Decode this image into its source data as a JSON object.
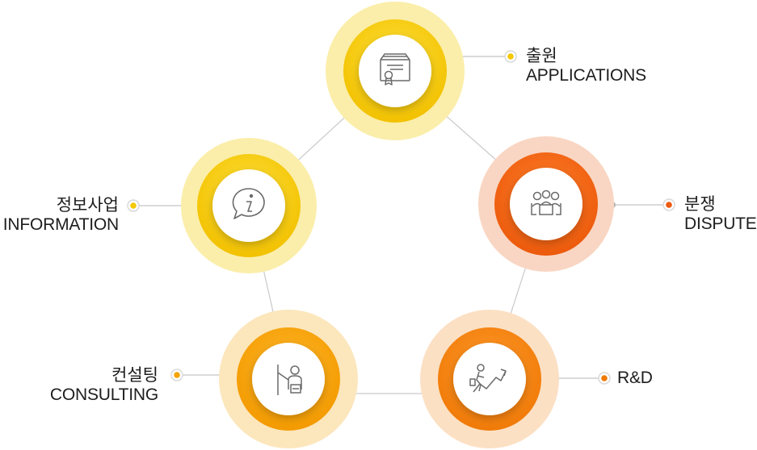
{
  "diagram": {
    "nodes": [
      {
        "id": "applications",
        "label_ko": "출원",
        "label_en": "APPLICATIONS",
        "icon": "certificate-icon",
        "color": "#f5c800"
      },
      {
        "id": "dispute",
        "label_ko": "분쟁",
        "label_en": "DISPUTE",
        "icon": "meeting-group-icon",
        "color": "#f26a14"
      },
      {
        "id": "rnd",
        "label_ko": "",
        "label_en": "R&D",
        "icon": "growth-climb-icon",
        "color": "#f4860f"
      },
      {
        "id": "consulting",
        "label_ko": "컨설팅",
        "label_en": "CONSULTING",
        "icon": "presenter-icon",
        "color": "#f5a300"
      },
      {
        "id": "information",
        "label_ko": "정보사업",
        "label_en": "INFORMATION",
        "icon": "info-bubble-icon",
        "color": "#f5c800"
      }
    ]
  }
}
